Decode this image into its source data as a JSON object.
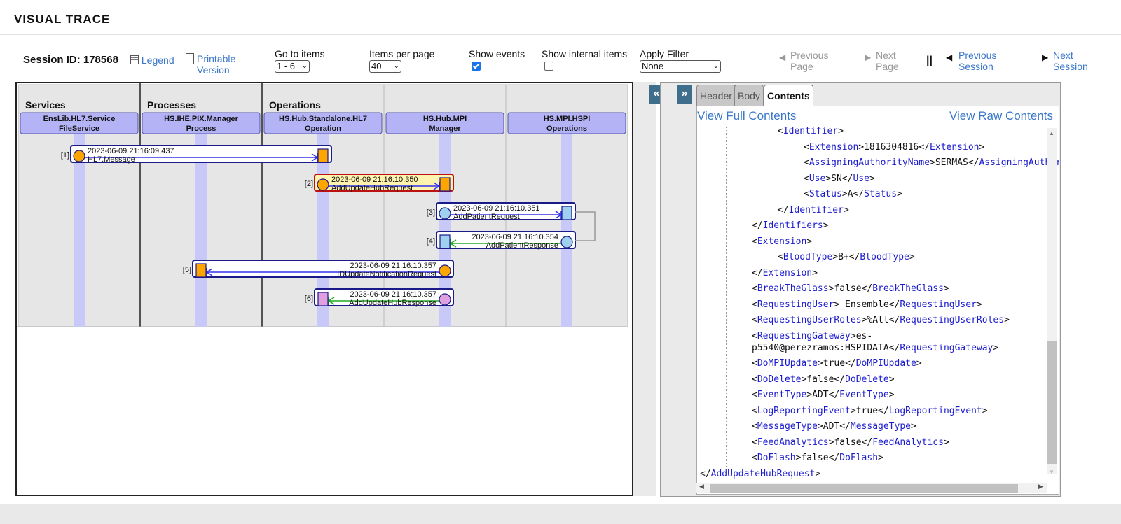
{
  "header": {
    "title": "VISUAL TRACE"
  },
  "toolbar": {
    "session_label": "Session ID: 178568",
    "legend": "Legend",
    "printable_1": "Printable",
    "printable_2": "Version",
    "goto_label": "Go to items",
    "goto_value": "1 - 6",
    "ipp_label": "Items per page",
    "ipp_value": "40",
    "show_events_label": "Show events",
    "show_events_checked": true,
    "show_internal_label": "Show internal items",
    "show_internal_checked": false,
    "filter_label": "Apply Filter",
    "filter_value": "None",
    "prev_page_1": "Previous",
    "prev_page_2": "Page",
    "next_page_1": "Next",
    "next_page_2": "Page",
    "pause": "||",
    "prev_session_1": "Previous",
    "prev_session_2": "Session",
    "next_session_1": "Next",
    "next_session_2": "Session"
  },
  "diagram": {
    "groups": [
      "Services",
      "Processes",
      "Operations"
    ],
    "columns": [
      {
        "line1": "EnsLib.HL7.Service",
        "line2": "FileService"
      },
      {
        "line1": "HS.IHE.PIX.Manager",
        "line2": "Process"
      },
      {
        "line1": "HS.Hub.Standalone.HL7",
        "line2": "Operation"
      },
      {
        "line1": "HS.Hub.MPI",
        "line2": "Manager"
      },
      {
        "line1": "HS.MPI.HSPI",
        "line2": "Operations"
      }
    ],
    "messages": [
      {
        "idx": "[1]",
        "time": "2023-06-09 21:16:09.437",
        "name": "HL7.Message",
        "from": 0,
        "to": 2,
        "color": "#3333ee"
      },
      {
        "idx": "[2]",
        "time": "2023-06-09 21:16:10.350",
        "name": "AddUpdateHubRequest",
        "from": 2,
        "to": 3,
        "color": "#3333ee",
        "selected": true
      },
      {
        "idx": "[3]",
        "time": "2023-06-09 21:16:10.351",
        "name": "AddPatientRequest",
        "from": 3,
        "to": 4,
        "color": "#3333ee"
      },
      {
        "idx": "[4]",
        "time": "2023-06-09 21:16:10.354",
        "name": "AddPatientResponse",
        "from": 4,
        "to": 3,
        "color": "#22aa22"
      },
      {
        "idx": "[5]",
        "time": "2023-06-09 21:16:10.357",
        "name": "IDUpdateNotificationRequest",
        "from": 3,
        "to": 1,
        "color": "#3333ee"
      },
      {
        "idx": "[6]",
        "time": "2023-06-09 21:16:10.357",
        "name": "AddUpdateHubResponse",
        "from": 3,
        "to": 2,
        "color": "#22aa22"
      }
    ]
  },
  "panel": {
    "collapse_left": "«",
    "collapse_right": "»",
    "tabs": [
      "Header",
      "Body",
      "Contents"
    ],
    "view_full": "View Full Contents",
    "view_raw": "View Raw Contents"
  },
  "xml": [
    {
      "indent": 3,
      "open": "Identifier",
      "text": "",
      "close": "",
      "closeOnly": false,
      "partial": true
    },
    {
      "indent": 4,
      "open": "Extension",
      "text": "1816304816",
      "close": "Extension"
    },
    {
      "indent": 4,
      "open": "AssigningAuthorityName",
      "text": "SERMAS",
      "close": "AssigningAuthority"
    },
    {
      "indent": 4,
      "open": "Use",
      "text": "SN",
      "close": "Use"
    },
    {
      "indent": 4,
      "open": "Status",
      "text": "A",
      "close": "Status"
    },
    {
      "indent": 3,
      "open": "",
      "text": "",
      "close": "Identifier"
    },
    {
      "indent": 2,
      "open": "",
      "text": "",
      "close": "Identifiers"
    },
    {
      "indent": 2,
      "open": "Extension",
      "text": "",
      "close": ""
    },
    {
      "indent": 3,
      "open": "BloodType",
      "text": "B+",
      "close": "BloodType"
    },
    {
      "indent": 2,
      "open": "",
      "text": "",
      "close": "Extension"
    },
    {
      "indent": 2,
      "open": "BreakTheGlass",
      "text": "false",
      "close": "BreakTheGlass"
    },
    {
      "indent": 2,
      "open": "RequestingUser",
      "text": "_Ensemble",
      "close": "RequestingUser"
    },
    {
      "indent": 2,
      "open": "RequestingUserRoles",
      "text": "%All",
      "close": "RequestingUserRoles"
    },
    {
      "indent": 2,
      "open": "RequestingGateway",
      "text": "es-",
      "close": ""
    },
    {
      "indent": 2,
      "open": "",
      "text": "p5540@perezramos:HSPIDATA",
      "close": "RequestingGateway"
    },
    {
      "indent": 2,
      "open": "DoMPIUpdate",
      "text": "true",
      "close": "DoMPIUpdate"
    },
    {
      "indent": 2,
      "open": "DoDelete",
      "text": "false",
      "close": "DoDelete"
    },
    {
      "indent": 2,
      "open": "EventType",
      "text": "ADT",
      "close": "EventType"
    },
    {
      "indent": 2,
      "open": "LogReportingEvent",
      "text": "true",
      "close": "LogReportingEvent"
    },
    {
      "indent": 2,
      "open": "MessageType",
      "text": "ADT",
      "close": "MessageType"
    },
    {
      "indent": 2,
      "open": "FeedAnalytics",
      "text": "false",
      "close": "FeedAnalytics"
    },
    {
      "indent": 2,
      "open": "DoFlash",
      "text": "false",
      "close": "DoFlash"
    },
    {
      "indent": 0,
      "open": "",
      "text": "",
      "close": "AddUpdateHubRequest"
    }
  ]
}
